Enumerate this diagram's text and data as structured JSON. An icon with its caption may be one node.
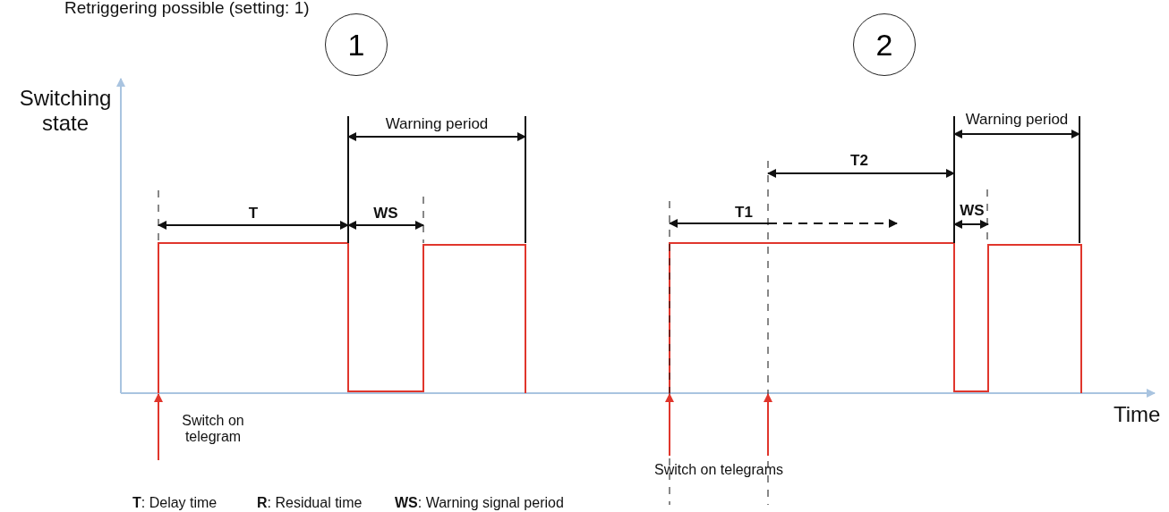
{
  "diagram": {
    "title": "Retriggering possible (setting: 1)",
    "nodes": [
      {
        "text": [
          "1"
        ]
      },
      {
        "text": [
          "2"
        ]
      }
    ],
    "labels": [
      "Switching state",
      "Warning period",
      "T",
      "WS",
      "T1",
      "T2",
      "WS",
      "Warning period",
      "Time",
      "Switch on telegram",
      "Switch on telegrams",
      "**T**: Delay time",
      "**R**: Residual time",
      "**WS**: Warning signal period"
    ]
  }
}
